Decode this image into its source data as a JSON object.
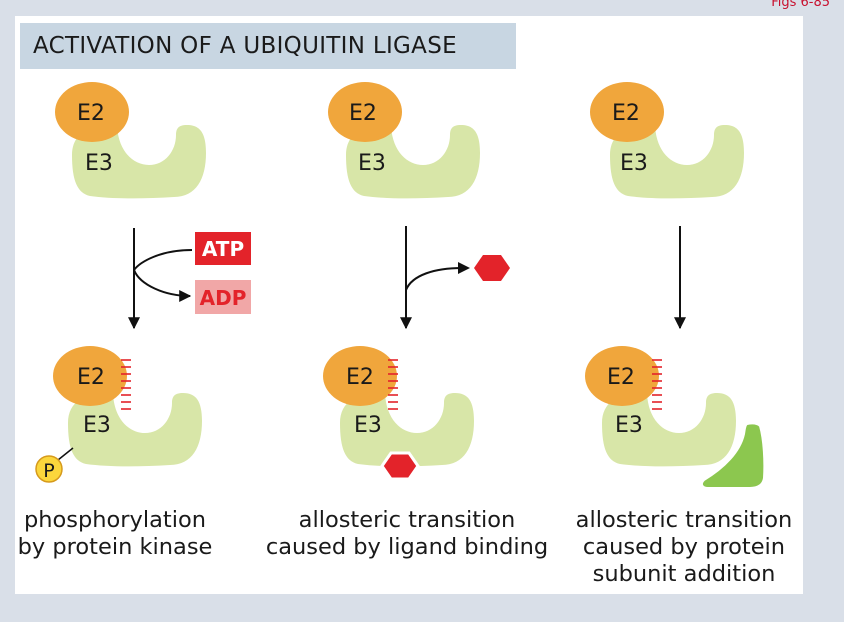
{
  "figure_ref": "Figs 6-85",
  "title": "ACTIVATION OF A UBIQUITIN LIGASE",
  "labels": {
    "e2": "E2",
    "e3": "E3",
    "atp": "ATP",
    "adp": "ADP",
    "phosphate": "P"
  },
  "colors": {
    "e2": "#f0a63c",
    "e3": "#d8e6a8",
    "red": "#e3232a",
    "adp_bg": "#f1a7a7",
    "subunit": "#8cc74f",
    "phosphate": "#fbd63c",
    "title_bg": "#c8d6e2"
  },
  "captions": [
    {
      "lines": [
        "phosphorylation",
        "by protein kinase"
      ]
    },
    {
      "lines": [
        "allosteric transition",
        "caused by ligand binding"
      ]
    },
    {
      "lines": [
        "allosteric transition",
        "caused by protein",
        "subunit addition"
      ]
    }
  ]
}
